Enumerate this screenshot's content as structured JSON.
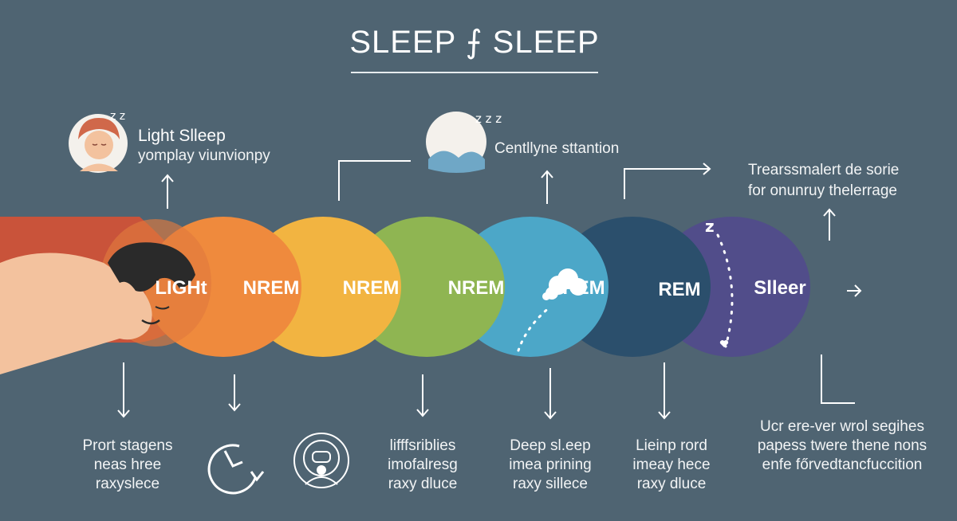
{
  "title": "SLEEP ⨍ SLEEP",
  "callouts": {
    "light_sleep_title": "Light Slleep",
    "light_sleep_sub": "yomplay viunvionpy",
    "middle": "Centllyne sttantion",
    "right_line1": "Trearssmalert de sorie",
    "right_line2": "for onunruy thelerrage"
  },
  "stages": [
    {
      "label": "LIGHt",
      "color": "#e07a3e"
    },
    {
      "label": "NREM",
      "color": "#ef8a3d"
    },
    {
      "label": "NREM",
      "color": "#f2b441"
    },
    {
      "label": "NREM",
      "color": "#8fb552"
    },
    {
      "label": "REM",
      "color": "#4ca7c8"
    },
    {
      "label": "REM",
      "color": "#2b4f6c"
    },
    {
      "label": "Slleer",
      "color": "#514d8a"
    }
  ],
  "bottom": {
    "col1": [
      "Prort stagens",
      "neas hree",
      "raxyslece"
    ],
    "col4": [
      "lifffsriblies",
      "imofalresg",
      "raxy dluce"
    ],
    "col5": [
      "Deep sl.eep",
      "imea prining",
      "raxy sillece"
    ],
    "col6": [
      "Lieinp rord",
      "imeay hece",
      "raxy dluce"
    ],
    "col7": [
      "Ucr ere-ver wrol segihes",
      "papess twere thene nons",
      "enfe főrvedtancfuccition"
    ]
  },
  "icons": {
    "snore_small": "z z",
    "snore_mid": "z z z",
    "dream_z": "z"
  },
  "colors": {
    "background": "#4f6472",
    "band_red": "#c9533a"
  }
}
